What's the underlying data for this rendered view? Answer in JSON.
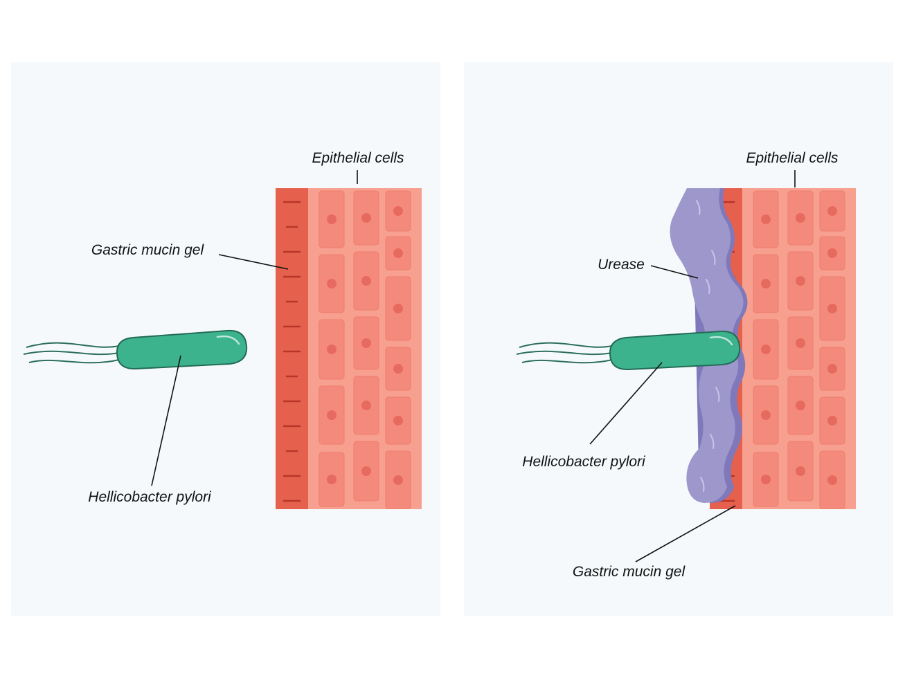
{
  "colors": {
    "background": "#ffffff",
    "panel": "#f5f9fb",
    "mucin": "#e5604d",
    "mucin_dash": "#b8352a",
    "tissue": "#f7a08f",
    "cell": "#f48a7b",
    "cell_border": "#ee7d6f",
    "nucleus": "#e76a60",
    "bacterium": "#3cb38c",
    "bacterium_outline": "#236b55",
    "flagella": "#2d6e5c",
    "urease": "#9e97cc",
    "urease_shadow": "#7f79bb"
  },
  "left_panel": {
    "epithelial_label": "Epithelial cells",
    "mucin_label": "Gastric mucin gel",
    "bacterium_label": "Hellicobacter pylori"
  },
  "right_panel": {
    "epithelial_label": "Epithelial cells",
    "urease_label": "Urease",
    "bacterium_label": "Hellicobacter pylori",
    "mucin_label": "Gastric mucin gel"
  },
  "icons": {
    "bacterium": "helicobacter-pylori-icon",
    "urease": "urease-blob-icon",
    "tissue": "epithelial-tissue-icon"
  }
}
